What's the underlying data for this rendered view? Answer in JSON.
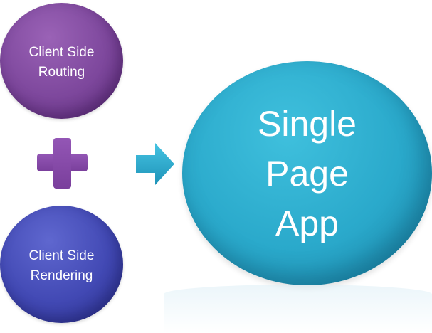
{
  "diagram": {
    "left_top_node": {
      "label": "Client Side\nRouting",
      "color": "#7d479c"
    },
    "left_bottom_node": {
      "label": "Client Side\nRendering",
      "color": "#4249b4"
    },
    "combine_symbol": {
      "icon": "plus-icon",
      "color": "#7a3f9c"
    },
    "result_arrow": {
      "icon": "arrow-right-icon",
      "color": "#2aa9cb"
    },
    "result_node": {
      "label": "Single\nPage\nApp",
      "color": "#2aa9cb"
    }
  }
}
